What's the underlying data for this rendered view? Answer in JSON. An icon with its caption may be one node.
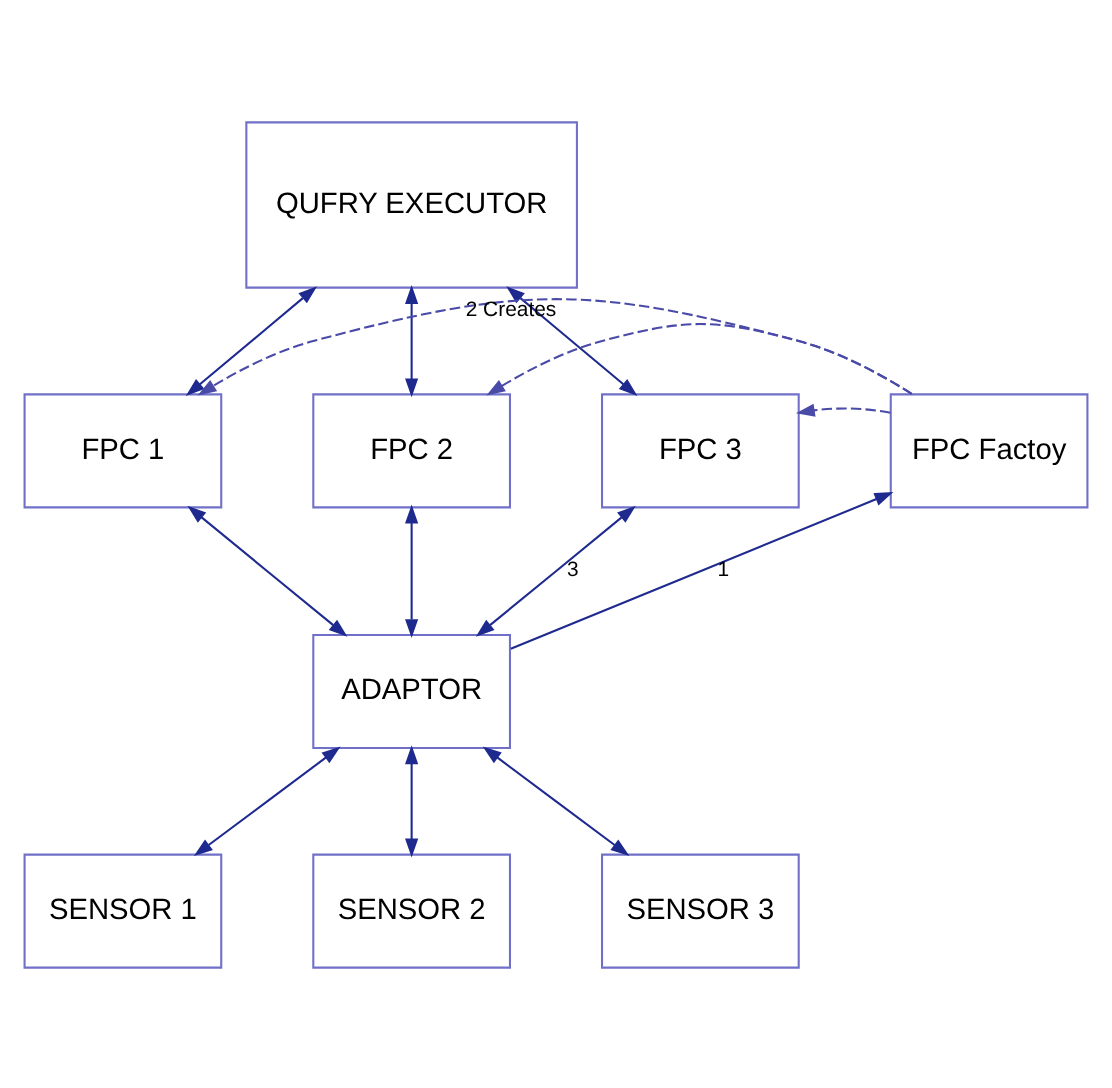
{
  "diagram": {
    "nodes": [
      {
        "text": [
          "QUFRY EXECUTOR"
        ]
      },
      {
        "text": [
          "FPC 1"
        ]
      },
      {
        "text": [
          "FPC 2"
        ]
      },
      {
        "text": [
          "FPC 3"
        ]
      },
      {
        "text": [
          "FPC Factoy"
        ]
      },
      {
        "text": [
          "ADAPTOR"
        ]
      },
      {
        "text": [
          "SENSOR 1"
        ]
      },
      {
        "text": [
          "SENSOR 2"
        ]
      },
      {
        "text": [
          "SENSOR 3"
        ]
      }
    ],
    "edges": [
      {
        "from": 0,
        "to": 1,
        "arrow": "both"
      },
      {
        "from": 0,
        "to": 2,
        "arrow": "both"
      },
      {
        "from": 0,
        "to": 3,
        "arrow": "both"
      },
      {
        "from": 4,
        "to": 1,
        "arrow": "to",
        "style": "dashed",
        "label": "2 Creates"
      },
      {
        "from": 4,
        "to": 2,
        "arrow": "to",
        "style": "dashed"
      },
      {
        "from": 4,
        "to": 3,
        "arrow": "to",
        "style": "dashed"
      },
      {
        "from": 1,
        "to": 5,
        "arrow": "both"
      },
      {
        "from": 2,
        "to": 5,
        "arrow": "both"
      },
      {
        "from": 3,
        "to": 5,
        "arrow": "both",
        "label": "3"
      },
      {
        "from": 5,
        "to": 4,
        "arrow": "to",
        "label": "1"
      },
      {
        "from": 5,
        "to": 6,
        "arrow": "both"
      },
      {
        "from": 5,
        "to": 7,
        "arrow": "both"
      },
      {
        "from": 5,
        "to": 8,
        "arrow": "both"
      }
    ]
  }
}
